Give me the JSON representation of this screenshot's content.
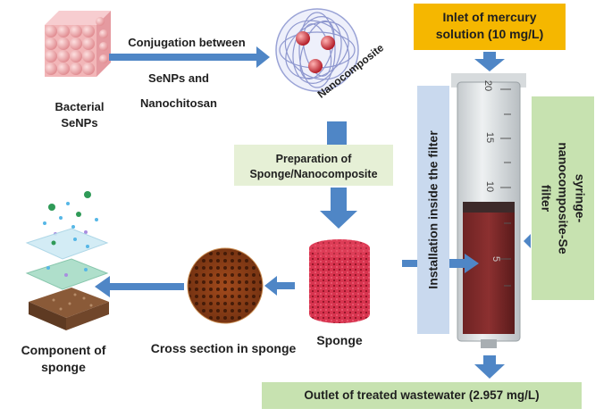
{
  "labels": {
    "bacterial_senps": "Bacterial\nSeNPs",
    "conjugation_line1": "Conjugation between",
    "conjugation_line2": "SeNPs and",
    "conjugation_line3": "Nanochitosan",
    "nanocomposite": "Nanocomposite",
    "preparation": "Preparation of\nSponge/Nanocomposite",
    "sponge": "Sponge",
    "cross_section": "Cross section in sponge",
    "component": "Component of\nsponge",
    "inlet": "Inlet of mercury\nsolution (10 mg/L)",
    "installation": "Installation inside the filter",
    "syringe_filter": "syringe-\nnanocomposite-Se\nfilter",
    "outlet": "Outlet of treated wastewater (2.957 mg/L)"
  },
  "syringe_marks": [
    "20",
    "15",
    "10",
    "5"
  ],
  "colors": {
    "arrow": "#4f86c6",
    "orange_box": "#f5b700",
    "green_box": "#c7e2b0",
    "light_green_box": "#e6f0d6",
    "blue_box": "#c9d9ee",
    "sponge_red": "#d8344f",
    "cross_section_brown": "#8a3f17",
    "nanoparticle_red": "#c0282f"
  }
}
